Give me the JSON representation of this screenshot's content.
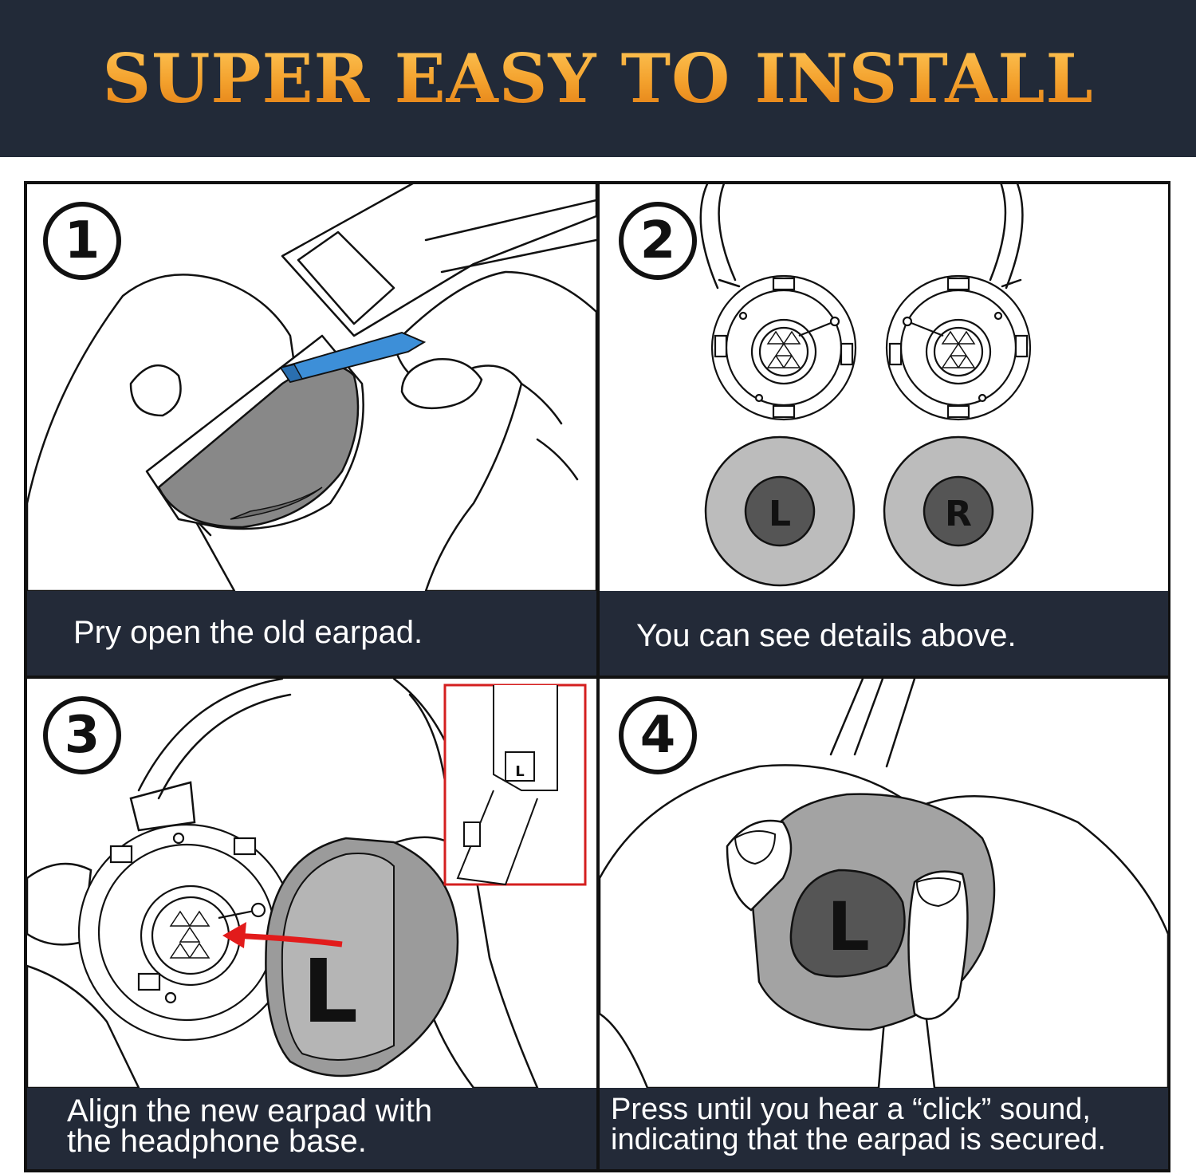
{
  "banner": {
    "title": "SUPER EASY TO INSTALL"
  },
  "steps": [
    {
      "number": "1",
      "caption_lines": [
        "Pry open the old earpad."
      ]
    },
    {
      "number": "2",
      "caption_lines": [
        "You can see details above."
      ],
      "left_pad_label": "L",
      "right_pad_label": "R"
    },
    {
      "number": "3",
      "caption_lines": [
        "Align the new earpad with",
        "the headphone base."
      ],
      "pad_label": "L",
      "inset_label": "L"
    },
    {
      "number": "4",
      "caption_lines": [
        "Press until you hear a “click” sound,",
        "indicating that the earpad is secured."
      ],
      "pad_label": "L"
    }
  ],
  "colors": {
    "banner_bg": "#222a38",
    "title_gold": "#f3a02c",
    "caption_bg": "#232a38",
    "tool_blue": "#3d8fd8",
    "pad_gray": "#8a8a8a",
    "arrow_red": "#e21b1b",
    "inset_border": "#d41f1f"
  }
}
